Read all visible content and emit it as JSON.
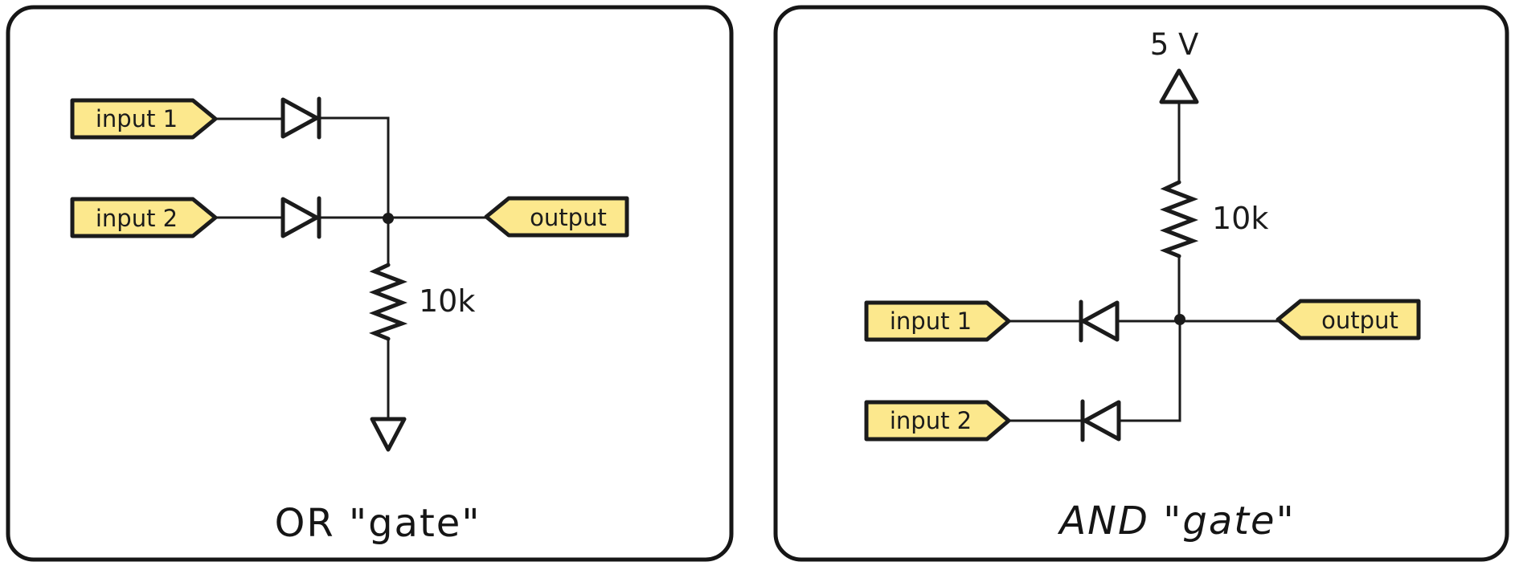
{
  "left_panel": {
    "title": "OR \"gate\"",
    "tags": {
      "input1": "input 1",
      "input2": "input 2",
      "output": "output"
    },
    "resistor_value": "10k"
  },
  "right_panel": {
    "title": "AND \"gate\"",
    "supply_label": "5 V",
    "tags": {
      "input1": "input 1",
      "input2": "input 2",
      "output": "output"
    },
    "resistor_value": "10k"
  },
  "colors": {
    "ink": "#1b1b1b",
    "tag_fill": "#fce88d",
    "supply_fill": "#f8c6c3",
    "ground_fill": "#ededed"
  }
}
